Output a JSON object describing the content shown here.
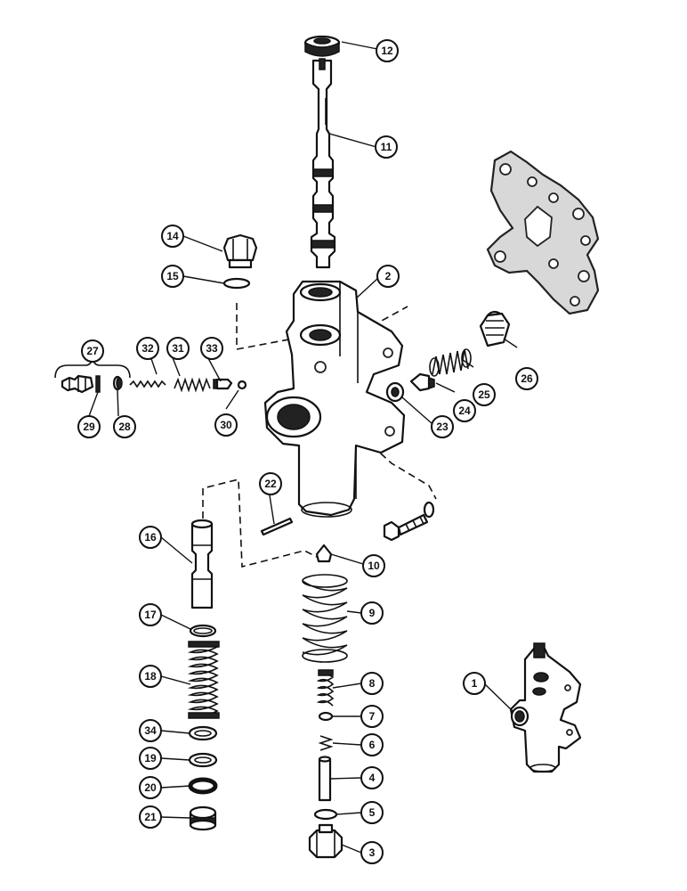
{
  "callouts": {
    "c1": "1",
    "c2": "2",
    "c3": "3",
    "c4": "4",
    "c5": "5",
    "c6": "6",
    "c7": "7",
    "c8": "8",
    "c9": "9",
    "c10": "10",
    "c11": "11",
    "c12": "12",
    "c14": "14",
    "c15": "15",
    "c16": "16",
    "c17": "17",
    "c18": "18",
    "c19": "19",
    "c20": "20",
    "c21": "21",
    "c22": "22",
    "c23": "23",
    "c24": "24",
    "c25": "25",
    "c26": "26",
    "c27": "27",
    "c28": "28",
    "c29": "29",
    "c30": "30",
    "c31": "31",
    "c32": "32",
    "c33": "33",
    "c34": "34"
  }
}
